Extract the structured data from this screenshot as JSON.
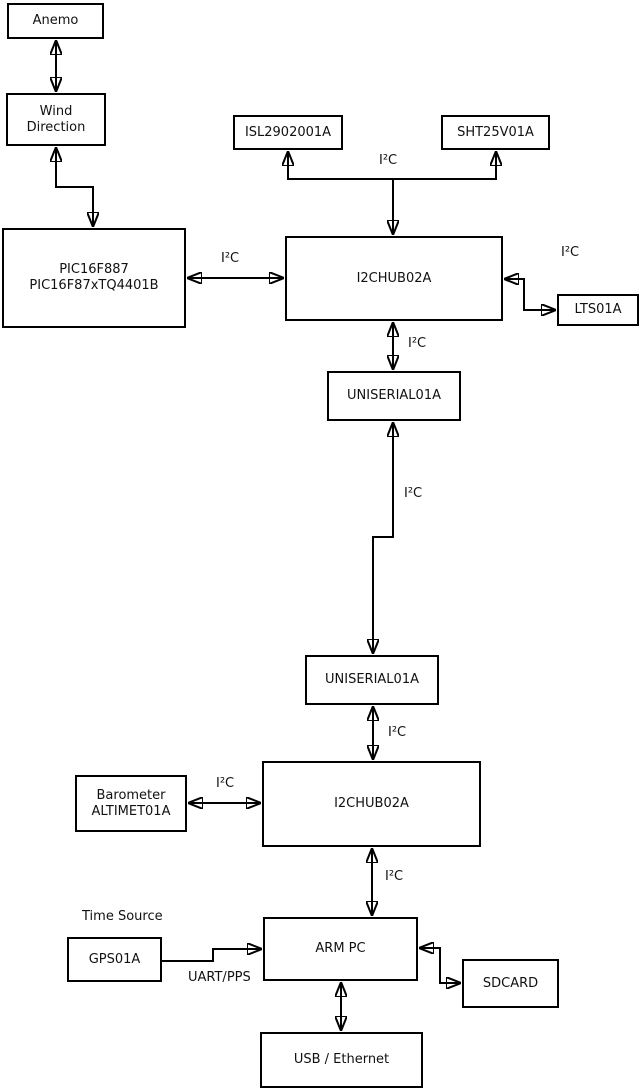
{
  "diagram": {
    "colors": {
      "background": "#ffffff",
      "line": "#000000",
      "text": "#111111"
    },
    "nodes": {
      "anemo": {
        "label": "Anemo"
      },
      "wind": {
        "line1": "Wind",
        "line2": "Direction"
      },
      "pic": {
        "line1": "PIC16F887",
        "line2": "PIC16F87xTQ4401B"
      },
      "isl": {
        "label": "ISL2902001A"
      },
      "sht": {
        "label": "SHT25V01A"
      },
      "hub1": {
        "label": "I2CHUB02A"
      },
      "lts": {
        "label": "LTS01A"
      },
      "uni1": {
        "label": "UNISERIAL01A"
      },
      "uni2": {
        "label": "UNISERIAL01A"
      },
      "hub2": {
        "label": "I2CHUB02A"
      },
      "barometer": {
        "line1": "Barometer",
        "line2": "ALTIMET01A"
      },
      "gps": {
        "label": "GPS01A"
      },
      "arm": {
        "label": "ARM PC"
      },
      "sdcard": {
        "label": "SDCARD"
      },
      "usb": {
        "label": "USB / Ethernet"
      }
    },
    "edge_labels": {
      "i2c": "I²C",
      "uart_pps": "UART/PPS",
      "time_source": "Time Source"
    }
  }
}
